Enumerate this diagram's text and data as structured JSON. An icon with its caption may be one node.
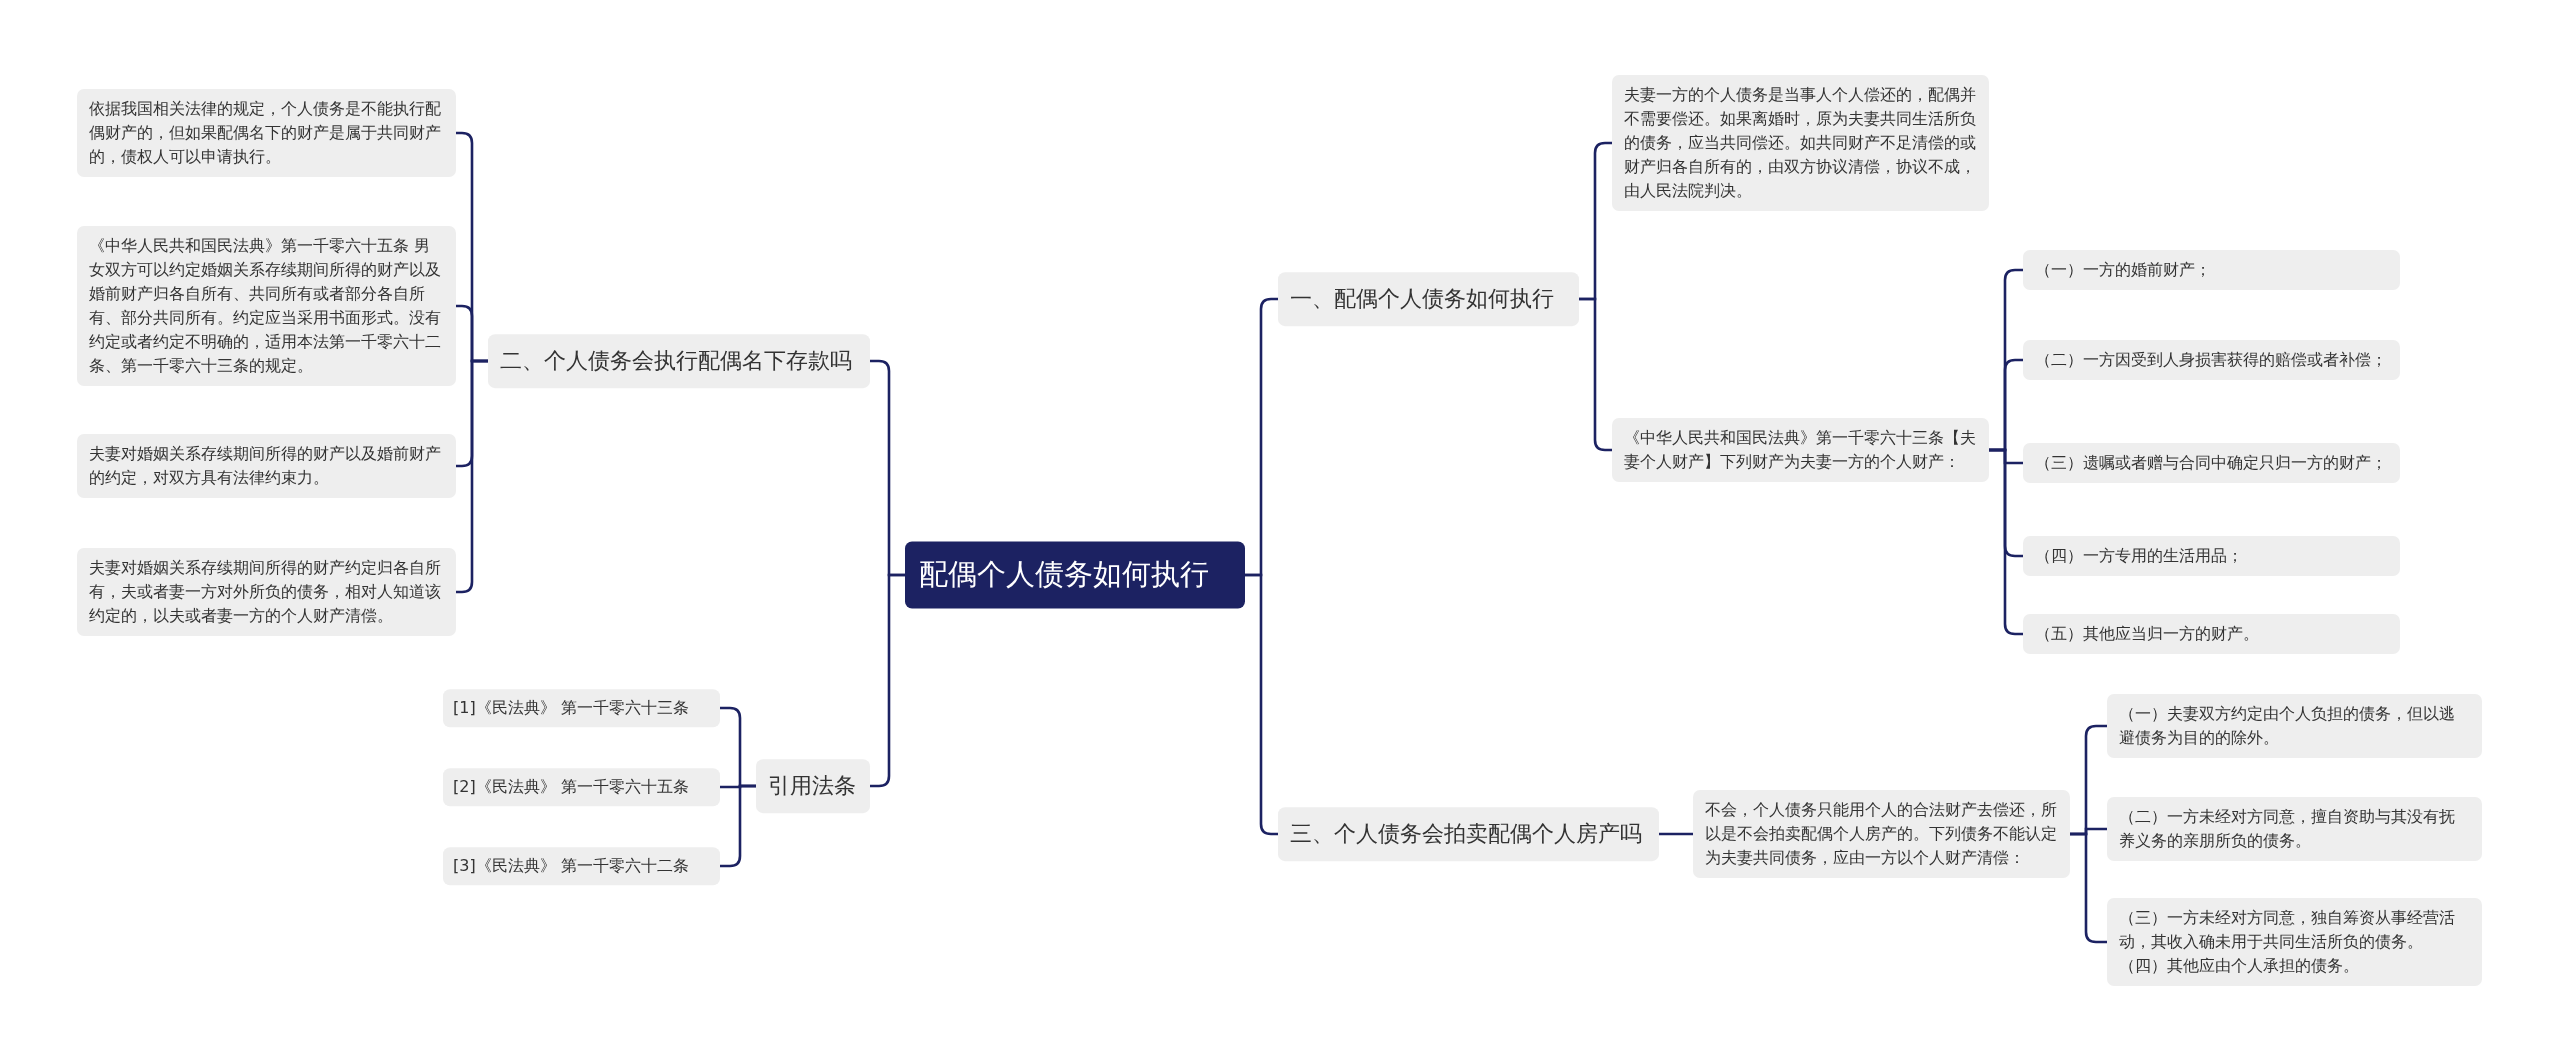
{
  "diagram": {
    "nodes": [
      {
        "text": [
          "配偶个人债务如何执行"
        ]
      },
      {
        "text": [
          "一、配偶个人债务如何执行"
        ]
      },
      {
        "text": [
          "夫妻一方的个人债务是当事人个人偿还的，配偶并不需要偿还。如果离婚时，原为夫妻共同生活所负的债务，应当共同偿还。如共同财产不足清偿的或财产归各自所有的，由双方协议清偿，协议不成，由人民法院判决。"
        ]
      },
      {
        "text": [
          "《中华人民共和国民法典》第一千零六十三条【夫妻个人财产】下列财产为夫妻一方的个人财产："
        ]
      },
      {
        "text": [
          "（一）一方的婚前财产；"
        ]
      },
      {
        "text": [
          "（二）一方因受到人身损害获得的赔偿或者补偿；"
        ]
      },
      {
        "text": [
          "（三）遗嘱或者赠与合同中确定只归一方的财产；"
        ]
      },
      {
        "text": [
          "（四）一方专用的生活用品；"
        ]
      },
      {
        "text": [
          "（五）其他应当归一方的财产。"
        ]
      },
      {
        "text": [
          "三、个人债务会拍卖配偶个人房产吗"
        ]
      },
      {
        "text": [
          "不会，个人债务只能用个人的合法财产去偿还，所以是不会拍卖配偶个人房产的。下列债务不能认定为夫妻共同债务，应由一方以个人财产清偿："
        ]
      },
      {
        "text": [
          "（一）夫妻双方约定由个人负担的债务，但以逃避债务为目的的除外。"
        ]
      },
      {
        "text": [
          "（二）一方未经对方同意，擅自资助与其没有抚养义务的亲朋所负的债务。"
        ]
      },
      {
        "text": [
          "（三）一方未经对方同意，独自筹资从事经营活动，其收入确未用于共同生活所负的债务。（四）其他应由个人承担的债务。"
        ]
      },
      {
        "text": [
          "二、个人债务会执行配偶名下存款吗"
        ]
      },
      {
        "text": [
          "依据我国相关法律的规定，个人债务是不能执行配偶财产的，但如果配偶名下的财产是属于共同财产的，债权人可以申请执行。"
        ]
      },
      {
        "text": [
          "《中华人民共和国民法典》第一千零六十五条 男女双方可以约定婚姻关系存续期间所得的财产以及婚前财产归各自所有、共同所有或者部分各自所有、部分共同所有。约定应当采用书面形式。没有约定或者约定不明确的，适用本法第一千零六十二条、第一千零六十三条的规定。"
        ]
      },
      {
        "text": [
          "夫妻对婚姻关系存续期间所得的财产以及婚前财产的约定，对双方具有法律约束力。"
        ]
      },
      {
        "text": [
          "夫妻对婚姻关系存续期间所得的财产约定归各自所有，夫或者妻一方对外所负的债务，相对人知道该约定的，以夫或者妻一方的个人财产清偿。"
        ]
      },
      {
        "text": [
          "引用法条"
        ]
      },
      {
        "text": [
          "[1]《民法典》 第一千零六十三条"
        ]
      },
      {
        "text": [
          "[2]《民法典》 第一千零六十五条"
        ]
      },
      {
        "text": [
          "[3]《民法典》 第一千零六十二条"
        ]
      }
    ],
    "edges": [
      {
        "from": 0,
        "to": 1,
        "arrow": "none"
      },
      {
        "from": 1,
        "to": 2,
        "arrow": "none"
      },
      {
        "from": 1,
        "to": 3,
        "arrow": "none"
      },
      {
        "from": 3,
        "to": 4,
        "arrow": "none"
      },
      {
        "from": 3,
        "to": 5,
        "arrow": "none"
      },
      {
        "from": 3,
        "to": 6,
        "arrow": "none"
      },
      {
        "from": 3,
        "to": 7,
        "arrow": "none"
      },
      {
        "from": 3,
        "to": 8,
        "arrow": "none"
      },
      {
        "from": 0,
        "to": 9,
        "arrow": "none"
      },
      {
        "from": 9,
        "to": 10,
        "arrow": "none"
      },
      {
        "from": 10,
        "to": 11,
        "arrow": "none"
      },
      {
        "from": 10,
        "to": 12,
        "arrow": "none"
      },
      {
        "from": 10,
        "to": 13,
        "arrow": "none"
      },
      {
        "from": 0,
        "to": 14,
        "arrow": "none"
      },
      {
        "from": 14,
        "to": 15,
        "arrow": "none"
      },
      {
        "from": 14,
        "to": 16,
        "arrow": "none"
      },
      {
        "from": 14,
        "to": 17,
        "arrow": "none"
      },
      {
        "from": 14,
        "to": 18,
        "arrow": "none"
      },
      {
        "from": 0,
        "to": 19,
        "arrow": "none"
      },
      {
        "from": 19,
        "to": 20,
        "arrow": "none"
      },
      {
        "from": 19,
        "to": 21,
        "arrow": "none"
      },
      {
        "from": 19,
        "to": 22,
        "arrow": "none"
      }
    ]
  }
}
